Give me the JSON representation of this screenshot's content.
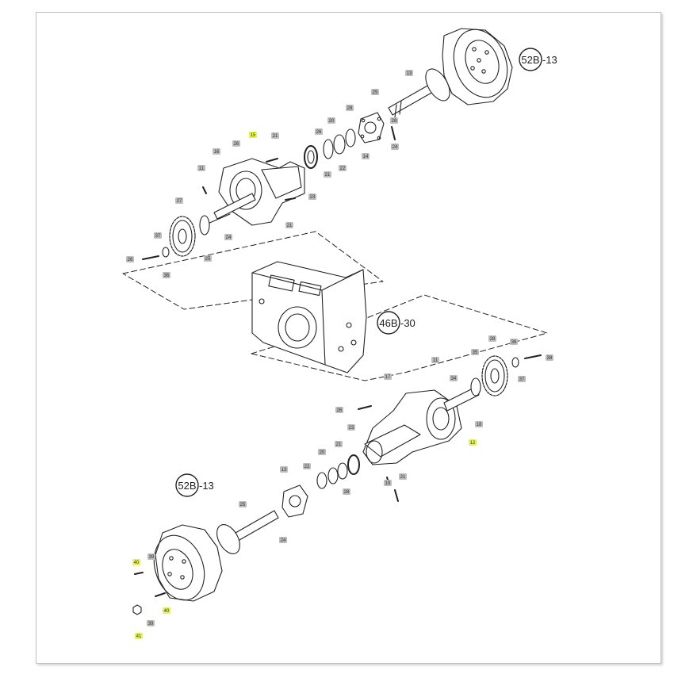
{
  "references": {
    "top": {
      "code": "52B",
      "suffix": "-13"
    },
    "middle": {
      "code": "46B",
      "suffix": "-30"
    },
    "bottom": {
      "code": "52B",
      "suffix": "-13"
    }
  },
  "colors": {
    "ink": "#222222",
    "label_fill": "#bdbdbd",
    "label_highlight": "#e6f25a",
    "frame": "#bdbdbd"
  },
  "callouts": {
    "upper": [
      "15",
      "21",
      "26",
      "16",
      "11",
      "27",
      "37",
      "26",
      "36",
      "25",
      "24",
      "21",
      "23",
      "21",
      "22",
      "20",
      "28",
      "26",
      "25",
      "13",
      "28",
      "14",
      "24"
    ],
    "lower": [
      "35",
      "28",
      "36",
      "38",
      "37",
      "11",
      "34",
      "17",
      "26",
      "12",
      "18",
      "23",
      "21",
      "20",
      "22",
      "19",
      "21",
      "28",
      "13",
      "25",
      "24",
      "40",
      "39",
      "39",
      "40",
      "41"
    ]
  },
  "highlighted": [
    "15",
    "12",
    "40",
    "40",
    "41"
  ]
}
